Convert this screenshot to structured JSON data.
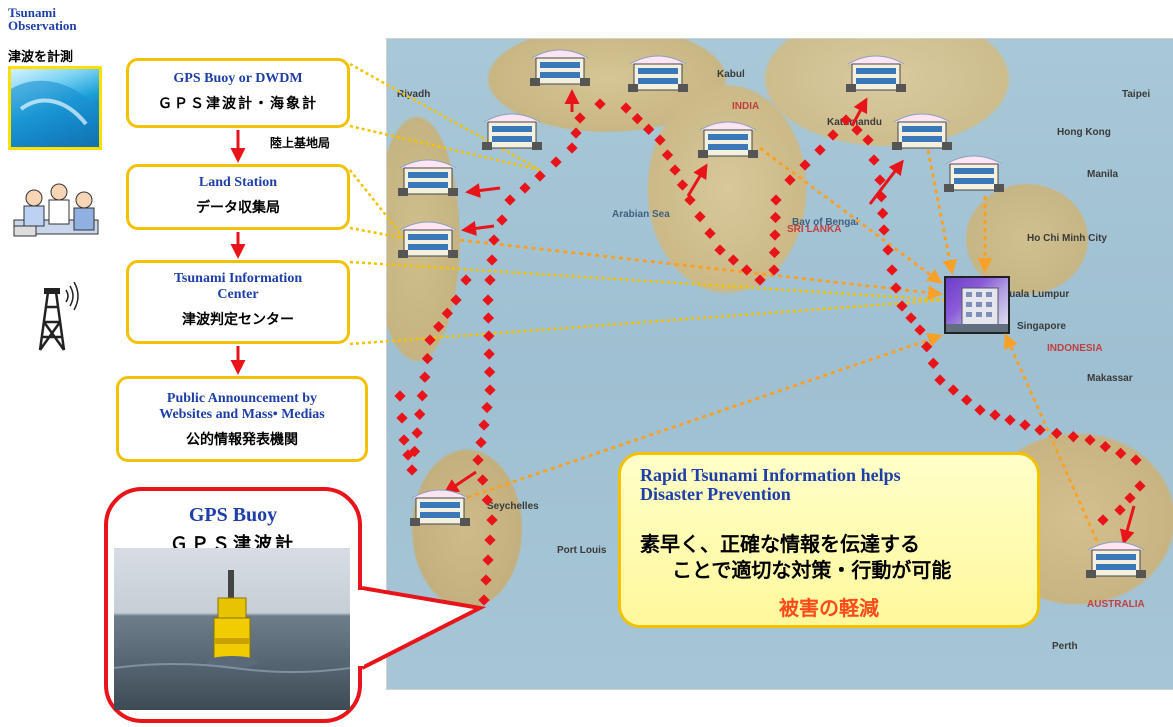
{
  "observation": {
    "title": "Tsunami Observation",
    "title_lines": [
      "Tsunami",
      "Observation"
    ],
    "jp": "津波を計測"
  },
  "flow": {
    "box1": {
      "en": "GPS Buoy or DWDM",
      "jp": "ＧＰＳ津波計・海象計"
    },
    "land_label": "陸上基地局",
    "box2": {
      "en": "Land Station",
      "jp": "データ収集局"
    },
    "box3": {
      "en_line1": "Tsunami Information",
      "en_line2": "Center",
      "jp": "津波判定センター"
    },
    "box4": {
      "en_line1": "Public Announcement by",
      "en_line2": "Websites and Mass• Medias",
      "jp": "公的情報発表機関"
    }
  },
  "callout": {
    "en": "GPS Buoy",
    "jp": "ＧＰＳ津波計"
  },
  "info": {
    "en_line1": "Rapid Tsunami Information helps",
    "en_line2": "Disaster Prevention",
    "jp_line1": "素早く、正確な情報を伝達する",
    "jp_line2": "ことで適切な対策・行動が可能",
    "result": "被害の軽減"
  },
  "map_labels": {
    "riyadh": "Riyadh",
    "kabul": "Kabul",
    "india": "INDIA",
    "kathmandu": "Kathmandu",
    "hongkong": "Hong Kong",
    "taipei": "Taipei",
    "arabiansea": "Arabian Sea",
    "bayofbengal": "Bay of Bengal",
    "srilanka": "SRI LANKA",
    "hochiminh": "Ho Chi Minh City",
    "singapore": "Singapore",
    "indonesia": "INDONESIA",
    "makassar": "Makassar",
    "australia": "AUSTRALIA",
    "portlouis": "Port Louis",
    "perth": "Perth",
    "seychelles": "Seychelles",
    "manila": "Manila",
    "kualalumpur": "Kuala Lumpur"
  },
  "colors": {
    "accent_red": "#e8141a",
    "accent_yellow": "#f2c200",
    "dotted_orange": "#f7a128",
    "title_blue": "#1f3fa8",
    "result_orange": "#ff4a1a"
  },
  "icons": [
    "wave-image-icon",
    "people-meeting-icon",
    "antenna-tower-icon",
    "station-building-icon",
    "headquarters-building-icon"
  ]
}
